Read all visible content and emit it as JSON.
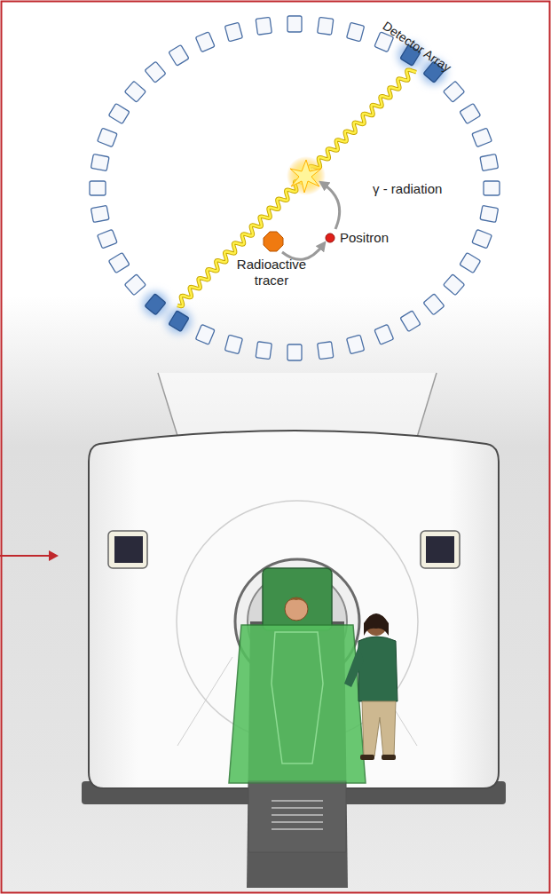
{
  "diagram": {
    "labels": [
      "Detector Array",
      "γ - radiation",
      "Positron",
      "Radioactive tracer"
    ]
  }
}
